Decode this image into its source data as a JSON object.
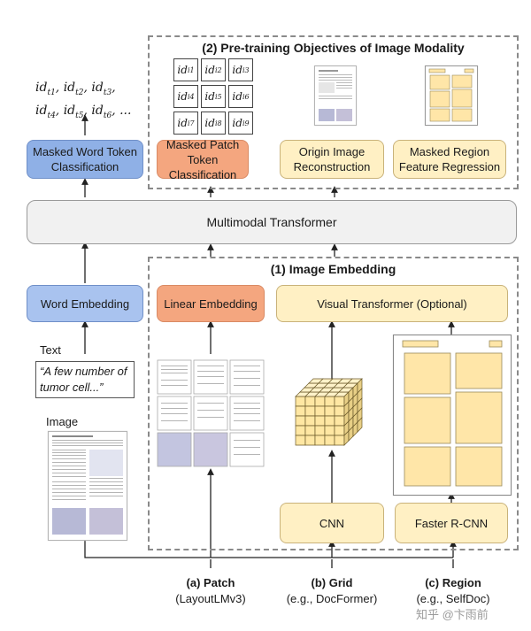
{
  "top_right_panel": {
    "title": "(2) Pre-training Objectives of Image Modality",
    "ids": [
      {
        "base": "id",
        "sub": "i1"
      },
      {
        "base": "id",
        "sub": "i2"
      },
      {
        "base": "id",
        "sub": "i3"
      },
      {
        "base": "id",
        "sub": "i4"
      },
      {
        "base": "id",
        "sub": "i5"
      },
      {
        "base": "id",
        "sub": "i6"
      },
      {
        "base": "id",
        "sub": "i7"
      },
      {
        "base": "id",
        "sub": "i8"
      },
      {
        "base": "id",
        "sub": "i9"
      }
    ],
    "masked_patch": "Masked Patch Token Classification",
    "origin_image": "Origin Image Reconstruction",
    "masked_region": "Masked Region Feature Regression"
  },
  "word_tokens": {
    "line1": "id_{t1}, id_{t2}, id_{t3},",
    "line2": "id_{t4}, id_{t5}, id_{t6}, ...",
    "tokens_line1": [
      {
        "b": "id",
        "s": "t1"
      },
      {
        "b": "id",
        "s": "t2"
      },
      {
        "b": "id",
        "s": "t3"
      }
    ],
    "tokens_line2": [
      {
        "b": "id",
        "s": "t4"
      },
      {
        "b": "id",
        "s": "t5"
      },
      {
        "b": "id",
        "s": "t6"
      }
    ],
    "ellipsis": "..."
  },
  "masked_word": "Masked Word Token Classification",
  "multimodal": "Multimodal Transformer",
  "bottom_panel": {
    "title": "(1) Image Embedding",
    "linear": "Linear Embedding",
    "visual_transformer": "Visual Transformer (Optional)",
    "cnn": "CNN",
    "faster_rcnn": "Faster R-CNN"
  },
  "word_embedding": "Word Embedding",
  "text_label": "Text",
  "text_sample": "“A few number of tumor cell...”",
  "image_label": "Image",
  "captions": [
    {
      "line1": "(a) Patch",
      "line2": "(LayoutLMv3)"
    },
    {
      "line1": "(b) Grid",
      "line2": "(e.g., DocFormer)"
    },
    {
      "line1": "(c) Region",
      "line2": "(e.g., SelfDoc)"
    }
  ],
  "watermark": "知乎 @卞雨前",
  "colors": {
    "blue": "#8fb0e6",
    "orange": "#f4a67f",
    "cream": "#fff0c4",
    "grey": "#f1f1f1"
  }
}
